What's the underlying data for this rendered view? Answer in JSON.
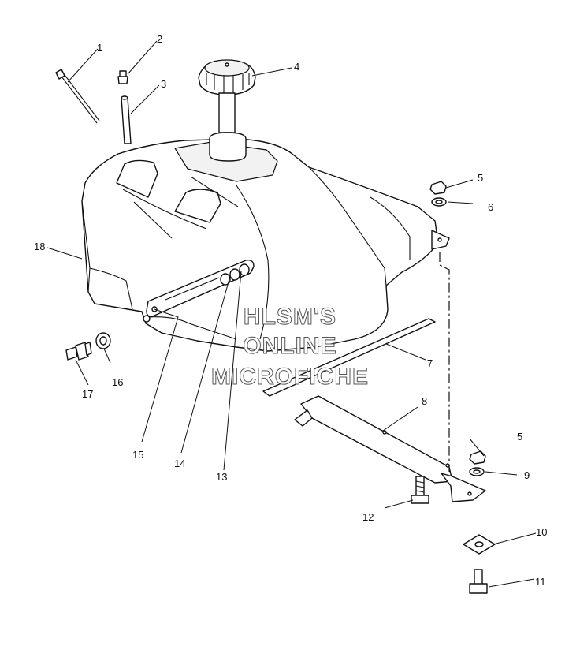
{
  "callouts": {
    "c1": "1",
    "c2": "2",
    "c3": "3",
    "c4": "4",
    "c5a": "5",
    "c5b": "5",
    "c6": "6",
    "c7": "7",
    "c8": "8",
    "c9": "9",
    "c10": "10",
    "c11": "11",
    "c12": "12",
    "c13": "13",
    "c14": "14",
    "c15": "15",
    "c16": "16",
    "c17": "17",
    "c18": "18"
  },
  "watermark": {
    "line1": "HLSM'S",
    "line2": "ONLINE",
    "line3": "MICROFICHE"
  }
}
